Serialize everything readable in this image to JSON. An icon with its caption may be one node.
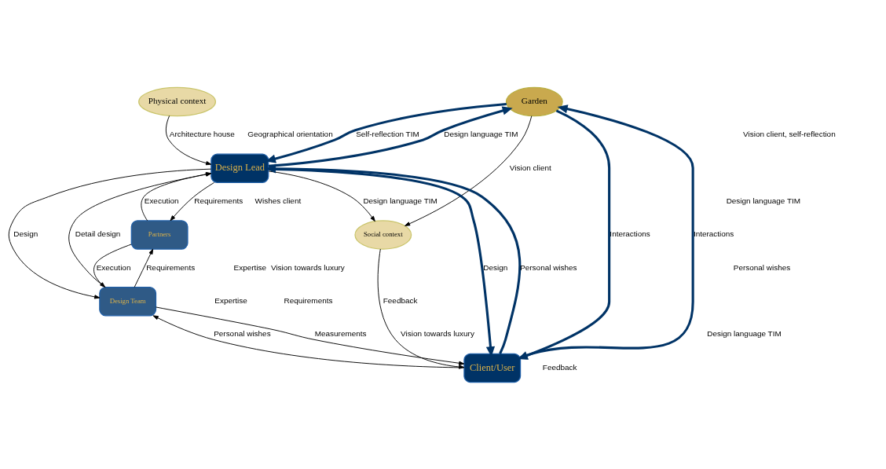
{
  "diagram": {
    "nodes": [
      {
        "text": [
          "Physical context"
        ]
      },
      {
        "text": [
          "Garden"
        ]
      },
      {
        "text": [
          "Partners"
        ]
      },
      {
        "text": [
          "Design Lead"
        ]
      },
      {
        "text": [
          "Social context"
        ]
      },
      {
        "text": [
          "Design Team"
        ]
      },
      {
        "text": [
          "Client/User"
        ]
      }
    ],
    "edges": [
      {
        "from": 0,
        "to": 3,
        "arrow": "to",
        "label": "Architecture house"
      },
      {
        "from": 1,
        "to": 3,
        "arrow": "to",
        "label": "Self-reflection TIM",
        "style": "thick",
        "color": "#003366"
      },
      {
        "from": 3,
        "to": 1,
        "arrow": "to",
        "label": "Design language TIM",
        "style": "thick",
        "color": "#003366"
      },
      {
        "from": 1,
        "to": 4,
        "arrow": "to",
        "label": "Vision client"
      },
      {
        "from": 3,
        "to": 2,
        "arrow": "to",
        "label": "Requirements"
      },
      {
        "from": 2,
        "to": 3,
        "arrow": "to",
        "label": "Execution"
      },
      {
        "from": 2,
        "to": 5,
        "arrow": "to",
        "label": "Execution"
      },
      {
        "from": 5,
        "to": 2,
        "arrow": "to",
        "label": "Requirements"
      },
      {
        "from": 3,
        "to": 5,
        "arrow": "to",
        "label": "Design"
      },
      {
        "from": 5,
        "to": 3,
        "arrow": "to",
        "label": "Detail design"
      },
      {
        "from": 1,
        "to": 6,
        "arrow": "to",
        "label": "Interactions",
        "style": "thick",
        "color": "#003366"
      },
      {
        "from": 6,
        "to": 1,
        "arrow": "to",
        "label": "Interactions",
        "style": "thick",
        "color": "#003366"
      },
      {
        "from": 3,
        "to": 6,
        "arrow": "to",
        "label": "Design",
        "style": "thick",
        "color": "#003366"
      },
      {
        "from": 6,
        "to": 3,
        "arrow": "to",
        "label": "Personal wishes",
        "style": "thick",
        "color": "#003366"
      },
      {
        "from": 6,
        "to": 5,
        "arrow": "to",
        "label": "Personal wishes"
      },
      {
        "from": 5,
        "to": 6,
        "arrow": "to",
        "label": "Measurements"
      },
      {
        "from": 3,
        "to": 4,
        "arrow": "to",
        "label": "Design language TIM"
      },
      {
        "from": 4,
        "to": 6,
        "arrow": "to",
        "label": "Feedback"
      }
    ],
    "labels": [
      "Geographical orientation",
      "Wishes client",
      "Vision towards luxury",
      "Design language TIM",
      "Expertise",
      "Expertise",
      "Requirements",
      "Personal wishes",
      "Design language TIM",
      "Vision client, self-reflection",
      "Feedback",
      "Vision towards luxury"
    ]
  }
}
